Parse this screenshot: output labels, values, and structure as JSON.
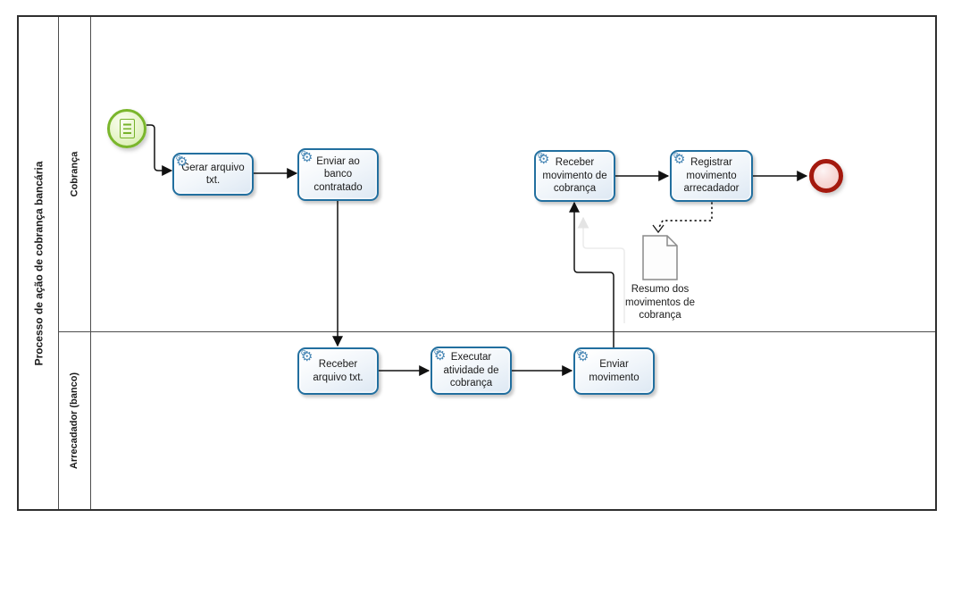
{
  "pool": {
    "label": "Processo de ação de cobrança bancária",
    "lanes": [
      {
        "label": "Cobrança"
      },
      {
        "label": "Arrecadador (banco)"
      }
    ]
  },
  "tasks": [
    {
      "id": "gerar-arquivo-txt",
      "label": "Gerar arquivo txt."
    },
    {
      "id": "enviar-ao-banco-contratado",
      "label": "Enviar ao banco contratado"
    },
    {
      "id": "receber-movimento-de-cobranca",
      "label": "Receber movimento de cobrança"
    },
    {
      "id": "registrar-movimento-arrecadador",
      "label": "Registrar movimento arrecadador"
    },
    {
      "id": "receber-arquivo-txt",
      "label": "Receber arquivo txt."
    },
    {
      "id": "executar-atividade-de-cobranca",
      "label": "Executar atividade de cobrança"
    },
    {
      "id": "enviar-movimento",
      "label": "Enviar movimento"
    }
  ],
  "events": {
    "start": {
      "name": "start-event",
      "icon": "document-lines-icon"
    },
    "end": {
      "name": "end-event"
    }
  },
  "artifacts": {
    "data_object": {
      "label": "Resumo dos movimentos de cobrança",
      "icon": "document-icon"
    }
  },
  "icons": {
    "gear_glyph": "⚙"
  },
  "colors": {
    "task_border": "#226f9f",
    "task_fill_bottom": "#dde8f3",
    "gear_icon": "#4a88b6",
    "start_border": "#7ab62c",
    "start_fill": "#d5edaa",
    "end_border": "#a4190e",
    "end_fill": "#f2c6c2",
    "flow_line": "#111111",
    "lane_border": "#4d4d4d"
  }
}
